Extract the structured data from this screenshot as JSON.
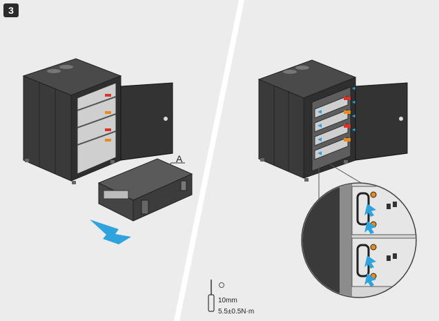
{
  "step": {
    "number": "3"
  },
  "callout": {
    "label": "A"
  },
  "tool": {
    "size": "10mm",
    "torque": "5.5±0.5N·m",
    "icon": "screwdriver-icon"
  },
  "colors": {
    "panel_bg": "#ececec",
    "cabinet": "#3a3a3a",
    "arrow_blue": "#2fa3dc",
    "connector_red": "#d9342b",
    "connector_orange": "#e88a1c"
  }
}
